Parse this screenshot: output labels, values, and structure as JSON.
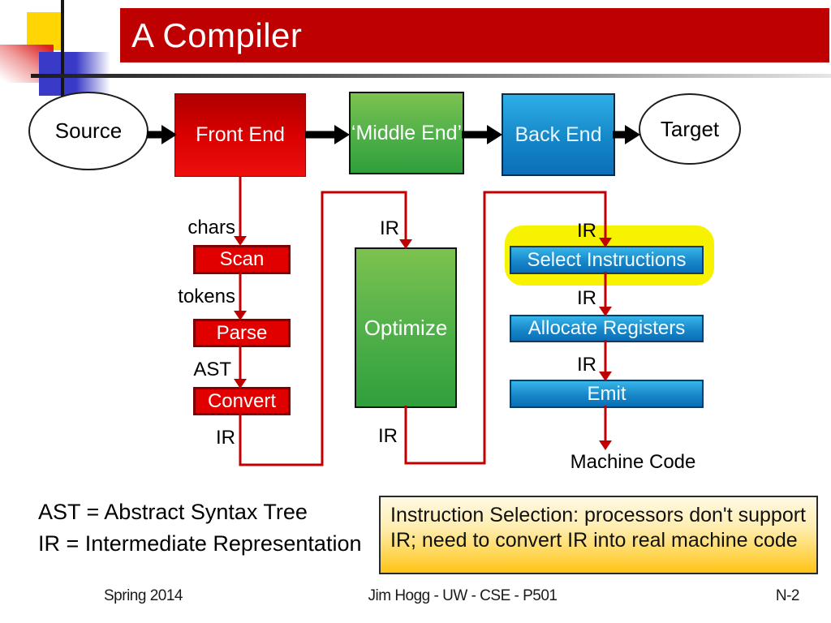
{
  "slide": {
    "title": "A Compiler",
    "footer": {
      "left": "Spring 2014",
      "center": "Jim Hogg - UW - CSE - P501",
      "right": "N-2"
    }
  },
  "diagram": {
    "top_row": {
      "source": "Source",
      "front_end": "Front End",
      "middle_end": "‘Middle End’",
      "back_end": "Back End",
      "target": "Target"
    },
    "front_column": {
      "input": "chars",
      "scan": "Scan",
      "between_scan_parse": "tokens",
      "parse": "Parse",
      "between_parse_convert": "AST",
      "convert": "Convert",
      "output": "IR"
    },
    "middle_column": {
      "input": "IR",
      "optimize": "Optimize",
      "output": "IR"
    },
    "back_column": {
      "input": "IR",
      "select_instructions": "Select Instructions",
      "ir_after_select": "IR",
      "allocate_registers": "Allocate Registers",
      "ir_after_allocate": "IR",
      "emit": "Emit",
      "output": "Machine Code"
    },
    "legend": {
      "line1": "AST = Abstract Syntax Tree",
      "line2": "IR = Intermediate Representation"
    },
    "note": "Instruction Selection: processors don't support IR; need to convert IR into real machine code"
  },
  "colors": {
    "banner_red": "#BE0000",
    "small_box_red": "#E10000",
    "small_box_red_border": "#7F0000",
    "green_top": "#7DC24F",
    "green_bottom": "#2F9F3C",
    "blue_top": "#2FAFE6",
    "blue_bottom": "#0A6FB8",
    "highlight_yellow": "#F7F200",
    "connector_red": "#C00000",
    "flow_arrow_black": "#000000",
    "note_top": "#FFF9E3",
    "note_bottom": "#FFC316"
  }
}
